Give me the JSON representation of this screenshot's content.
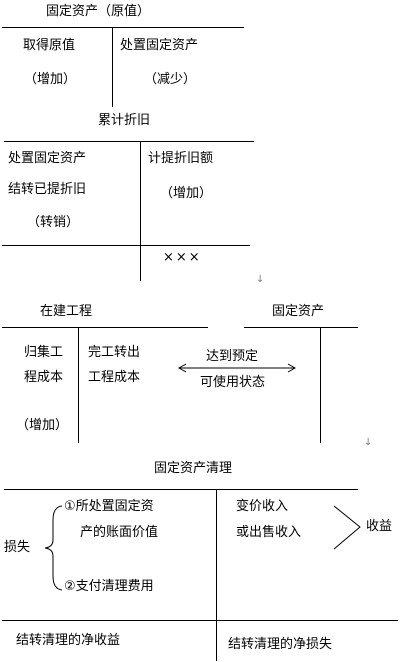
{
  "section1": {
    "title": "固定资产（原值）",
    "left_line1": "取得原值",
    "left_line2": "（增加）",
    "right_line1": "处置固定资产",
    "right_line2": "（减少）"
  },
  "section2": {
    "title": "累计折旧",
    "left_line1": "处置固定资产",
    "left_line2": "结转已提折旧",
    "left_line3": "（转销）",
    "right_line1": "计提折旧额",
    "right_line2": "（增加）",
    "balance": "×××"
  },
  "section3": {
    "title_left": "在建工程",
    "title_right": "固定资产",
    "col1_line1": "归集工",
    "col1_line2": "程成本",
    "col1_line3": "（增加）",
    "col2_line1": "完工转出",
    "col2_line2": "工程成本",
    "arrow_line1": "达到预定",
    "arrow_line2": "可使用状态"
  },
  "section4": {
    "title": "固定资产清理",
    "loss_label": "损失",
    "left_item1_line1": "①所处置固定资",
    "left_item1_line2": "产的账面价值",
    "left_item2": "②支付清理费用",
    "right_line1": "变价收入",
    "right_line2": "或出售收入",
    "income_label": "收益",
    "bottom_left": "结转清理的净收益",
    "bottom_right": "结转清理的净损失"
  },
  "paragraph_mark": "↓"
}
